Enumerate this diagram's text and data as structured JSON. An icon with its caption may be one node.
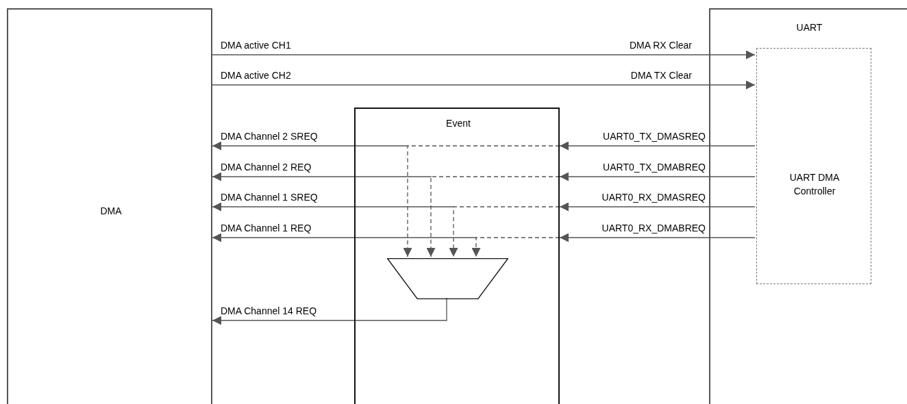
{
  "diagram": {
    "nodes": [
      {
        "text": [
          "DMA"
        ]
      },
      {
        "text": [
          "UART"
        ]
      },
      {
        "text": [
          "UART DMA Controller"
        ],
        "in": 1
      },
      {
        "text": [
          "Event"
        ]
      },
      {
        "text": [],
        "shape": "trapezoid",
        "in": 3
      }
    ],
    "edges": [
      {
        "from": 0,
        "to": 2,
        "arrow": "to",
        "label": "DMA active CH1"
      },
      {
        "from": 0,
        "to": 2,
        "arrow": "to",
        "label": "DMA active CH2"
      },
      {
        "from": 2,
        "to": 3,
        "arrow": "to",
        "label": "UART0_TX_DMASREQ"
      },
      {
        "from": 3,
        "to": 0,
        "arrow": "to",
        "label": "DMA Channel 2 SREQ"
      },
      {
        "from": 3,
        "to": 4,
        "arrow": "to",
        "style": "dashed"
      },
      {
        "from": 2,
        "to": 3,
        "arrow": "to",
        "label": "UART0_TX_DMABREQ"
      },
      {
        "from": 3,
        "to": 0,
        "arrow": "to",
        "label": "DMA Channel 2 REQ"
      },
      {
        "from": 3,
        "to": 4,
        "arrow": "to",
        "style": "dashed"
      },
      {
        "from": 2,
        "to": 3,
        "arrow": "to",
        "label": "UART0_RX_DMASREQ"
      },
      {
        "from": 3,
        "to": 0,
        "arrow": "to",
        "label": "DMA Channel 1 SREQ"
      },
      {
        "from": 3,
        "to": 4,
        "arrow": "to",
        "style": "dashed"
      },
      {
        "from": 2,
        "to": 3,
        "arrow": "to",
        "label": "UART0_RX_DMABREQ"
      },
      {
        "from": 3,
        "to": 0,
        "arrow": "to",
        "label": "DMA Channel 1 REQ"
      },
      {
        "from": 3,
        "to": 4,
        "arrow": "to",
        "style": "dashed"
      },
      {
        "from": 4,
        "to": 0,
        "arrow": "to",
        "label": "DMA Channel 14 REQ"
      }
    ],
    "labels": [
      "DMA RX Clear",
      "DMA TX Clear"
    ]
  }
}
